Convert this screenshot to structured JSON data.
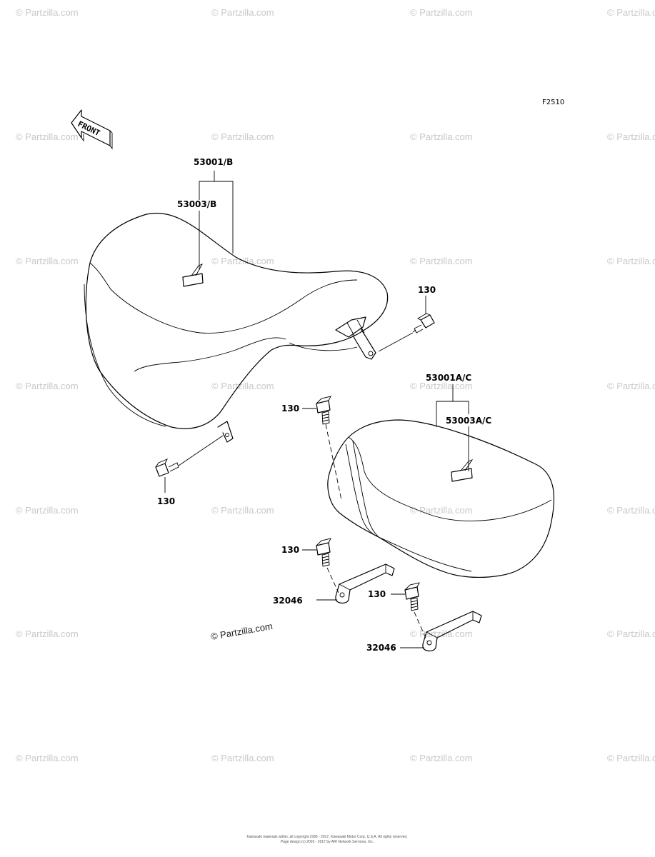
{
  "figure_code": "F2510",
  "front_label": "FRONT",
  "watermark_text": "© Partzilla.com",
  "parts": {
    "seat_main": "53001/B",
    "seat_main_cover": "53003/B",
    "seat_pillion": "53001A/C",
    "seat_pillion_cover": "53003A/C",
    "bolt": "130",
    "bracket": "32046"
  },
  "footer": {
    "line1": "Kawasaki materials within, all copyright 1995 - 2017, Kawasaki Motor Corp. U.S.A. All rights reserved.",
    "line2": "Page design (c) 2002 - 2017 by ARI Network Services, Inc."
  }
}
